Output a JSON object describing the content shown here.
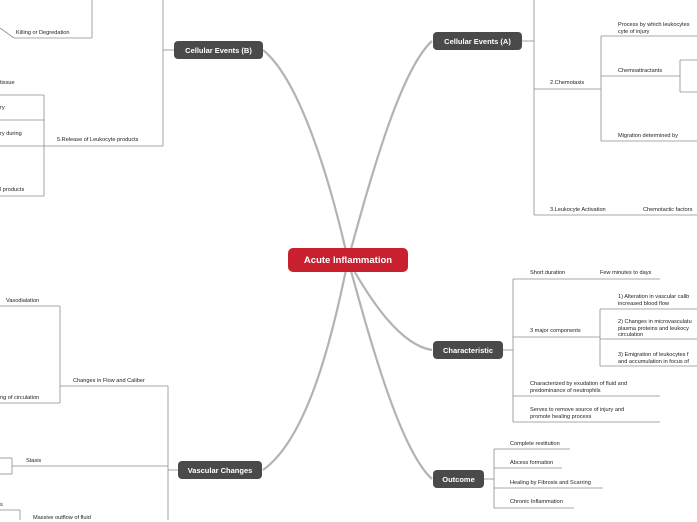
{
  "central": "Acute Inflammation",
  "branches": {
    "cellular_a": "Cellular Events (A)",
    "cellular_b": "Cellular Events (B)",
    "characteristic": "Characteristic",
    "outcome": "Outcome",
    "vascular": "Vascular Changes"
  },
  "cellular_a": {
    "chemotaxis": "2.Chemotaxis",
    "process": [
      "Process by which leukocytes",
      "cyte of injury"
    ],
    "chemoattractants": "Chemoattractants",
    "migration": "Migration determined by",
    "activation": "3.Leukocyte Activation",
    "chemotactic_factors": "Chemotactic factors"
  },
  "cellular_b": {
    "killing": "Killing or Degredation",
    "tissue": "tissue",
    "ry": "ry",
    "ry_during": "ry during",
    "release": "5.Release of Leukocyte products",
    "products": "l products"
  },
  "characteristic": {
    "short_duration": "Short duration",
    "few_minutes": "Few minutes to days",
    "three_major": "3 major components",
    "comp1": [
      "1) Alteration in vascular calib",
      "increased blood flow"
    ],
    "comp2": [
      "2) Changes in microvasculatu",
      "plasma proteins and leukocy",
      "circulation"
    ],
    "comp3": [
      "3) Emigration of leukocytes f",
      "and accumulation in focus of"
    ],
    "exudation": [
      "Characterized by exudation of fluid and",
      "predominance of neutrophils"
    ],
    "remove_source": [
      "Serves to remove source of injury and",
      "promote healing process"
    ]
  },
  "outcome": {
    "items": [
      "Complete restitution",
      "Abcess formation",
      "Healing by Fibrosis and Scarring",
      "Chronic Inflammation"
    ]
  },
  "vascular": {
    "vasodialation": "Vasodialation",
    "slowing": "ng of circulation",
    "stasis": "Stasis",
    "changes_flow": "Changes in Flow and Caliber",
    "s": "s",
    "massive": "Massive outflow of fluid"
  },
  "colors": {
    "central": "#c8202f",
    "branch": "#4a4a4a",
    "connector": "#b3b3b3",
    "line": "#8c8c8c"
  }
}
